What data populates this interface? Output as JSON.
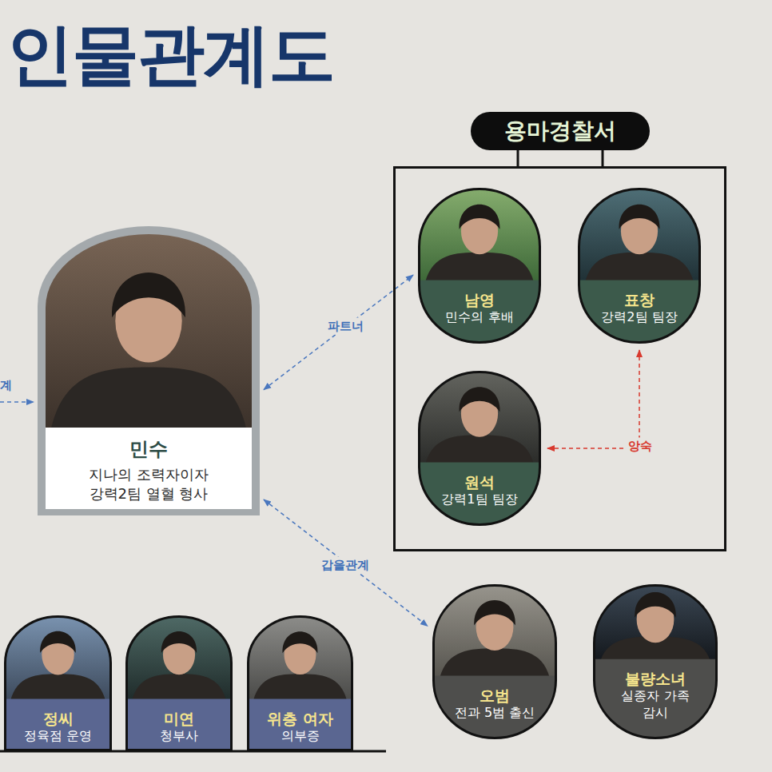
{
  "diagram": {
    "title": "인물관계도",
    "nodes": [
      {
        "text": [
          "민수",
          "지나의 조력자이자 강력2팀 열혈 형사"
        ]
      },
      {
        "text": [
          "용마경찰서"
        ]
      },
      {
        "text": [
          "남영",
          "민수의 후배"
        ],
        "in": 1
      },
      {
        "text": [
          "표창",
          "강력2팀 팀장"
        ],
        "in": 1
      },
      {
        "text": [
          "원석",
          "강력1팀 팀장"
        ],
        "in": 1
      },
      {
        "text": [
          "오범",
          "전과 5범 출신"
        ]
      },
      {
        "text": [
          "불량소녀",
          "실종자 가족 감시"
        ]
      },
      {
        "text": [
          "정씨",
          "정육점 운영"
        ]
      },
      {
        "text": [
          "미연",
          "청부사"
        ]
      },
      {
        "text": [
          "위층 여자",
          "의부증"
        ]
      }
    ],
    "edges": [
      {
        "from": 0,
        "to": 2,
        "label": "파트너",
        "arrow": "both"
      },
      {
        "from": 4,
        "to": 3,
        "label": "앙숙",
        "arrow": "both"
      },
      {
        "from": 0,
        "to": 5,
        "label": "갑을관계",
        "arrow": "both"
      }
    ],
    "labels": [
      "계"
    ]
  }
}
